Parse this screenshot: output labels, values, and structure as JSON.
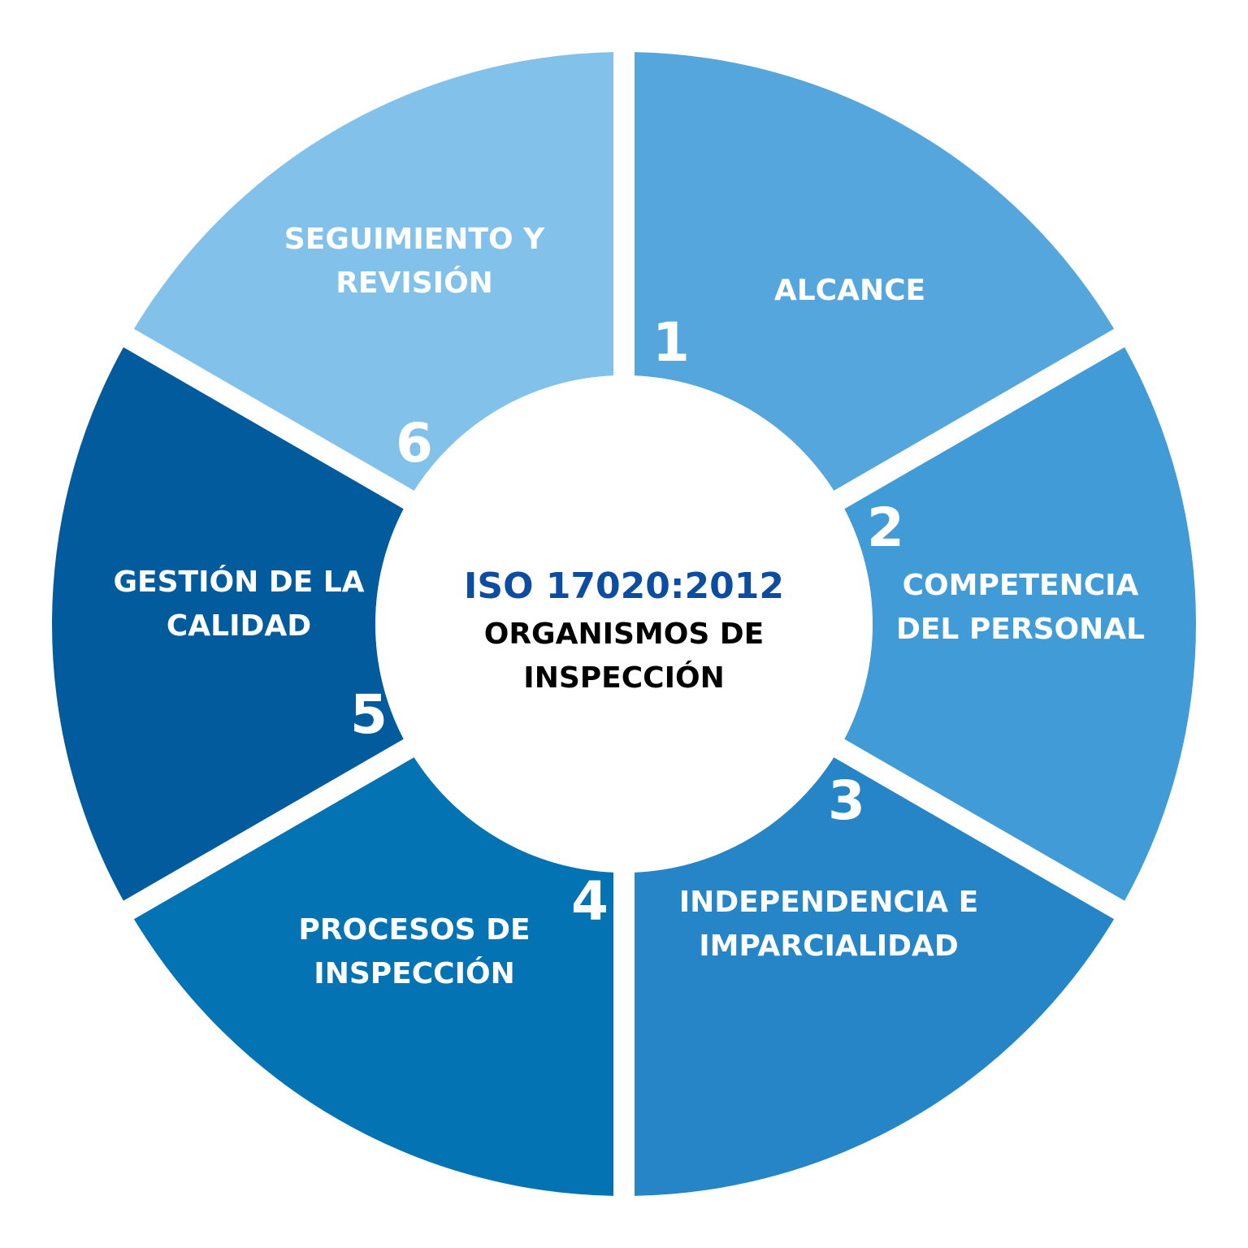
{
  "center": {
    "title": "ISO 17020:2012",
    "subtitle_line1": "ORGANISMOS DE",
    "subtitle_line2": "INSPECCIÓN"
  },
  "segments": [
    {
      "number": "1",
      "lines": [
        "ALCANCE"
      ],
      "color": "#55A6DC"
    },
    {
      "number": "2",
      "lines": [
        "COMPETENCIA",
        "DEL PERSONAL"
      ],
      "color": "#409BD7"
    },
    {
      "number": "3",
      "lines": [
        "INDEPENDENCIA E",
        "IMPARCIALIDAD"
      ],
      "color": "#2585C7"
    },
    {
      "number": "4",
      "lines": [
        "PROCESOS DE",
        "INSPECCIÓN"
      ],
      "color": "#0473B4"
    },
    {
      "number": "5",
      "lines": [
        "GESTIÓN DE LA",
        "CALIDAD"
      ],
      "color": "#025B9C"
    },
    {
      "number": "6",
      "lines": [
        "SEGUIMIENTO Y",
        "REVISIÓN"
      ],
      "color": "#82C1EA"
    }
  ],
  "colors": {
    "title": "#0C4DA2",
    "gap": "#FFFFFF",
    "center_fill": "#FFFFFF"
  }
}
